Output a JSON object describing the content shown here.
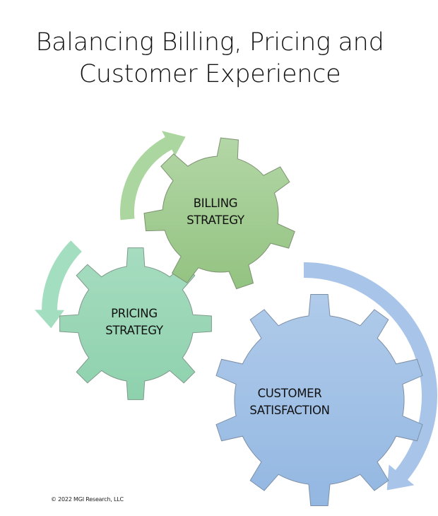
{
  "title": {
    "line1": "Balancing Billing, Pricing and",
    "line2": "Customer Experience"
  },
  "gears": [
    {
      "id": "billing",
      "line1": "BILLING",
      "line2": "STRATEGY",
      "color_top": "#b3d6a6",
      "color_bottom": "#93c381",
      "teeth": 7
    },
    {
      "id": "pricing",
      "line1": "PRICING",
      "line2": "STRATEGY",
      "color_top": "#a6dcc0",
      "color_bottom": "#8ed1ad",
      "teeth": 8
    },
    {
      "id": "customer",
      "line1": "CUSTOMER",
      "line2": "SATISFACTION",
      "color_top": "#b0cbea",
      "color_bottom": "#93b7e2",
      "teeth": 10
    }
  ],
  "arrows": [
    {
      "id": "to-billing",
      "color": "#a8d49a",
      "direction": "clockwise"
    },
    {
      "id": "to-pricing",
      "color": "#9fdcbd",
      "direction": "counterclockwise"
    },
    {
      "id": "around-customer",
      "color": "#a3c2e8",
      "direction": "clockwise"
    }
  ],
  "copyright": "© 2022 MGI Research, LLC"
}
